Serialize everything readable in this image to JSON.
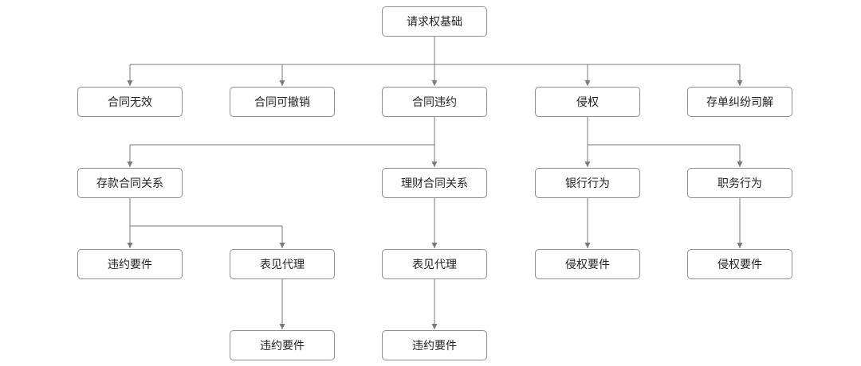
{
  "diagram": {
    "nodes": [
      {
        "id": "root",
        "label": "请求权基础"
      },
      {
        "id": "n_invalid",
        "label": "合同无效"
      },
      {
        "id": "n_revocable",
        "label": "合同可撤销"
      },
      {
        "id": "n_breach",
        "label": "合同违约"
      },
      {
        "id": "n_tort",
        "label": "侵权"
      },
      {
        "id": "n_dispute",
        "label": "存单纠纷司解"
      },
      {
        "id": "n_deposit",
        "label": "存款合同关系"
      },
      {
        "id": "n_wealth",
        "label": "理财合同关系"
      },
      {
        "id": "n_bank_act",
        "label": "银行行为"
      },
      {
        "id": "n_duty_act",
        "label": "职务行为"
      },
      {
        "id": "n_breach_elem1",
        "label": "违约要件"
      },
      {
        "id": "n_apparent1",
        "label": "表见代理"
      },
      {
        "id": "n_apparent2",
        "label": "表见代理"
      },
      {
        "id": "n_tort_elem1",
        "label": "侵权要件"
      },
      {
        "id": "n_tort_elem2",
        "label": "侵权要件"
      },
      {
        "id": "n_breach_elem2",
        "label": "违约要件"
      },
      {
        "id": "n_breach_elem3",
        "label": "违约要件"
      }
    ],
    "edges": [
      {
        "from": "root",
        "to": "n_invalid"
      },
      {
        "from": "root",
        "to": "n_revocable"
      },
      {
        "from": "root",
        "to": "n_breach"
      },
      {
        "from": "root",
        "to": "n_tort"
      },
      {
        "from": "root",
        "to": "n_dispute"
      },
      {
        "from": "n_breach",
        "to": "n_deposit"
      },
      {
        "from": "n_breach",
        "to": "n_wealth"
      },
      {
        "from": "n_tort",
        "to": "n_bank_act"
      },
      {
        "from": "n_tort",
        "to": "n_duty_act"
      },
      {
        "from": "n_deposit",
        "to": "n_breach_elem1"
      },
      {
        "from": "n_deposit",
        "to": "n_apparent1"
      },
      {
        "from": "n_wealth",
        "to": "n_apparent2"
      },
      {
        "from": "n_bank_act",
        "to": "n_tort_elem1"
      },
      {
        "from": "n_duty_act",
        "to": "n_tort_elem2"
      },
      {
        "from": "n_apparent1",
        "to": "n_breach_elem2"
      },
      {
        "from": "n_apparent2",
        "to": "n_breach_elem3"
      }
    ]
  }
}
